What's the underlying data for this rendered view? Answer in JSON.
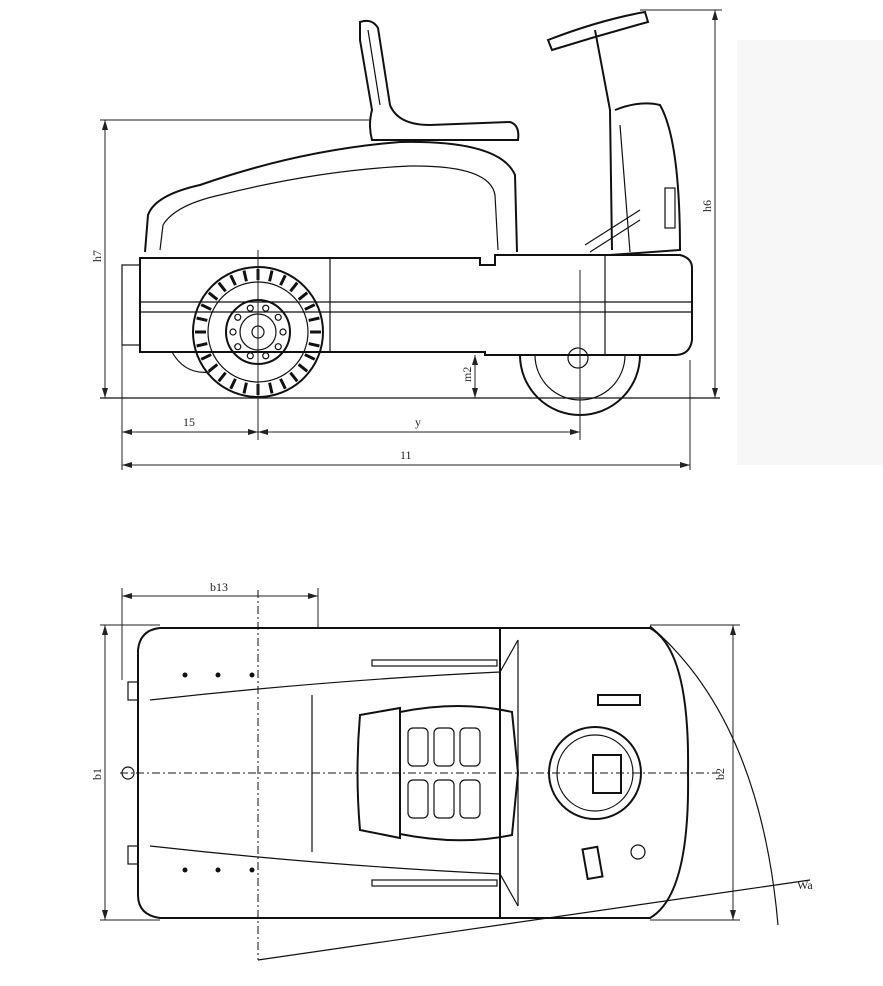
{
  "title": "Tow tractor dimension drawing",
  "side_view": {
    "labels": {
      "h7": "h7",
      "h6": "h6",
      "m2": "m2",
      "l5": "15",
      "y": "y",
      "l1": "11"
    }
  },
  "top_view": {
    "labels": {
      "b13": "b13",
      "b1": "b1",
      "b2": "b2",
      "Wa": "Wa"
    }
  }
}
